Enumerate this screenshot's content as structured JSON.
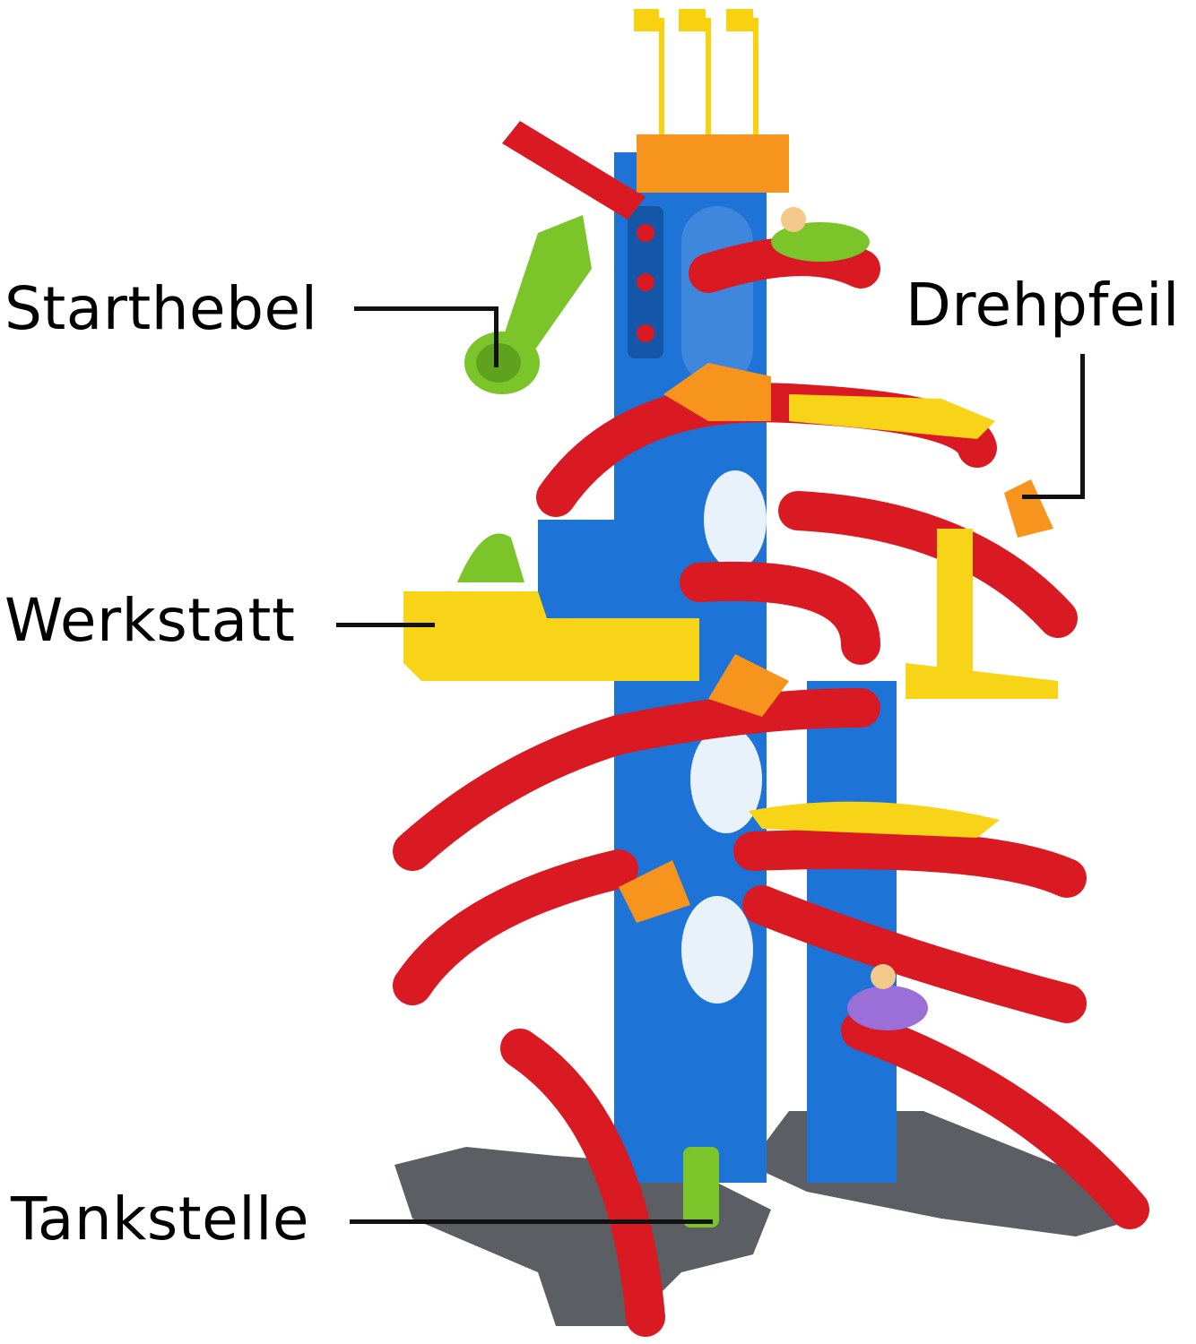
{
  "image": {
    "subject": "Toy car race-track tower with spiral ramps",
    "colors": {
      "tower_blue": "#1e73d6",
      "tower_blue_dark": "#1456a8",
      "track_red": "#d91a23",
      "track_red_dark": "#a8121a",
      "platform_yellow": "#f7d417",
      "lever_green": "#7bc42a",
      "arrow_orange": "#f7941d",
      "base_gray": "#5b5e63",
      "flag_yellow": "#f8d20f"
    }
  },
  "callouts": [
    {
      "id": "starthebel",
      "label": "Starthebel"
    },
    {
      "id": "drehpfeil",
      "label": "Drehpfeil"
    },
    {
      "id": "werkstatt",
      "label": "Werkstatt"
    },
    {
      "id": "tankstelle",
      "label": "Tankstelle"
    }
  ]
}
